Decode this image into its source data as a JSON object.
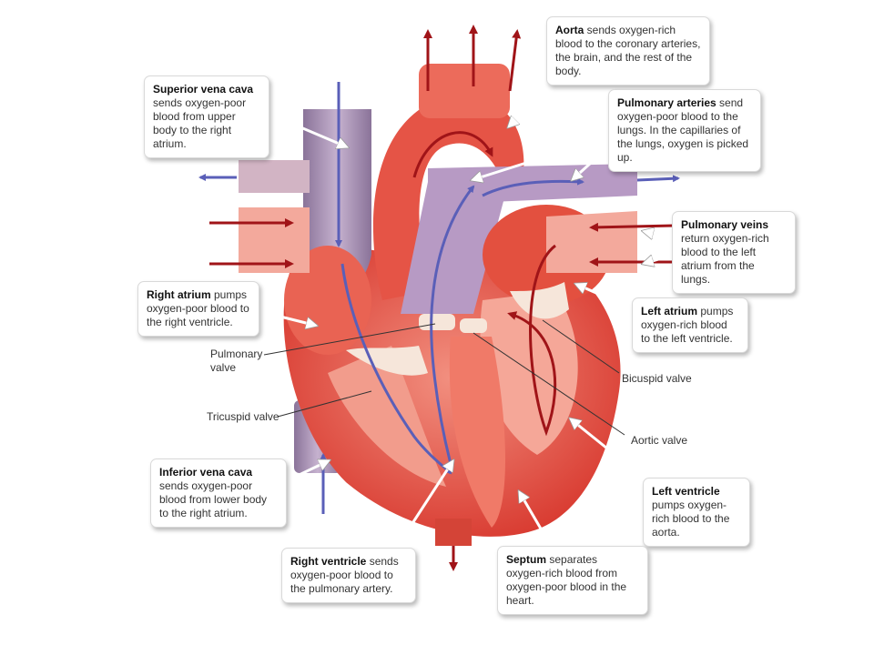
{
  "colors": {
    "heart_red": "#e0483c",
    "heart_light": "#f08a78",
    "vessel_purple": "#a78bb4",
    "arrow_blue": "#5a5fb8",
    "arrow_red": "#a01418",
    "valve_cream": "#f6e6da"
  },
  "callouts": {
    "aorta": {
      "title": "Aorta",
      "text": " sends oxygen-rich blood to the coronary arteries, the brain, and the rest of the body."
    },
    "superior_vena_cava": {
      "title": "Superior vena cava",
      "text": " sends oxygen-poor blood from upper body to the right atrium."
    },
    "pulmonary_arteries": {
      "title": "Pulmonary arteries",
      "text": " send oxygen-poor blood to the lungs. In the capillaries of the lungs, oxygen is picked up."
    },
    "pulmonary_veins": {
      "title": "Pulmonary veins",
      "text": " return oxygen-rich blood to the left atrium from the lungs."
    },
    "right_atrium": {
      "title": "Right atrium",
      "text": " pumps oxygen-poor blood to the right ventricle."
    },
    "left_atrium": {
      "title": "Left atrium",
      "text": " pumps oxygen-rich blood to the left ventricle."
    },
    "inferior_vena_cava": {
      "title": "Inferior vena cava",
      "text": " sends oxygen-poor blood from lower body to the right atrium."
    },
    "left_ventricle": {
      "title": "Left ventricle",
      "text": " pumps oxygen-rich blood to the aorta."
    },
    "right_ventricle": {
      "title": "Right ventricle",
      "text": " sends oxygen-poor blood to the pulmonary artery."
    },
    "septum": {
      "title": "Septum",
      "text": " separates oxygen-rich blood from oxygen-poor blood in the heart."
    }
  },
  "labels": {
    "pulmonary_valve": "Pulmonary valve",
    "tricuspid_valve": "Tricuspid valve",
    "bicuspid_valve": "Bicuspid valve",
    "aortic_valve": "Aortic valve"
  }
}
